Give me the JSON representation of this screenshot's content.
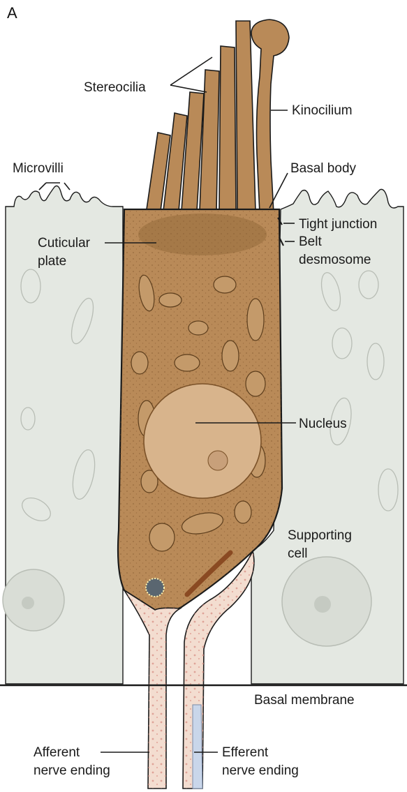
{
  "figure": {
    "panel_letter": "A",
    "labels": {
      "stereocilia": "Stereocilia",
      "kinocilium": "Kinocilium",
      "microvilli": "Microvilli",
      "basal_body": "Basal body",
      "tight_junction": "Tight junction",
      "belt_desmosome_line1": "Belt",
      "belt_desmosome_line2": "desmosome",
      "cuticular_plate_line1": "Cuticular",
      "cuticular_plate_line2": "plate",
      "nucleus": "Nucleus",
      "supporting_cell_line1": "Supporting",
      "supporting_cell_line2": "cell",
      "basal_membrane": "Basal membrane",
      "afferent_line1": "Afferent",
      "afferent_line2": "nerve ending",
      "efferent_line1": "Efferent",
      "efferent_line2": "nerve ending"
    },
    "colors": {
      "hair_cell": "#b98a58",
      "hair_cell_dark": "#8f6436",
      "supporting_cell": "#e4e8e2",
      "nucleus": "#d8b48c",
      "nerve_ending": "#f3ddd0",
      "efferent_fiber": "#c9d6ea",
      "outline": "#1a1a1a"
    }
  }
}
